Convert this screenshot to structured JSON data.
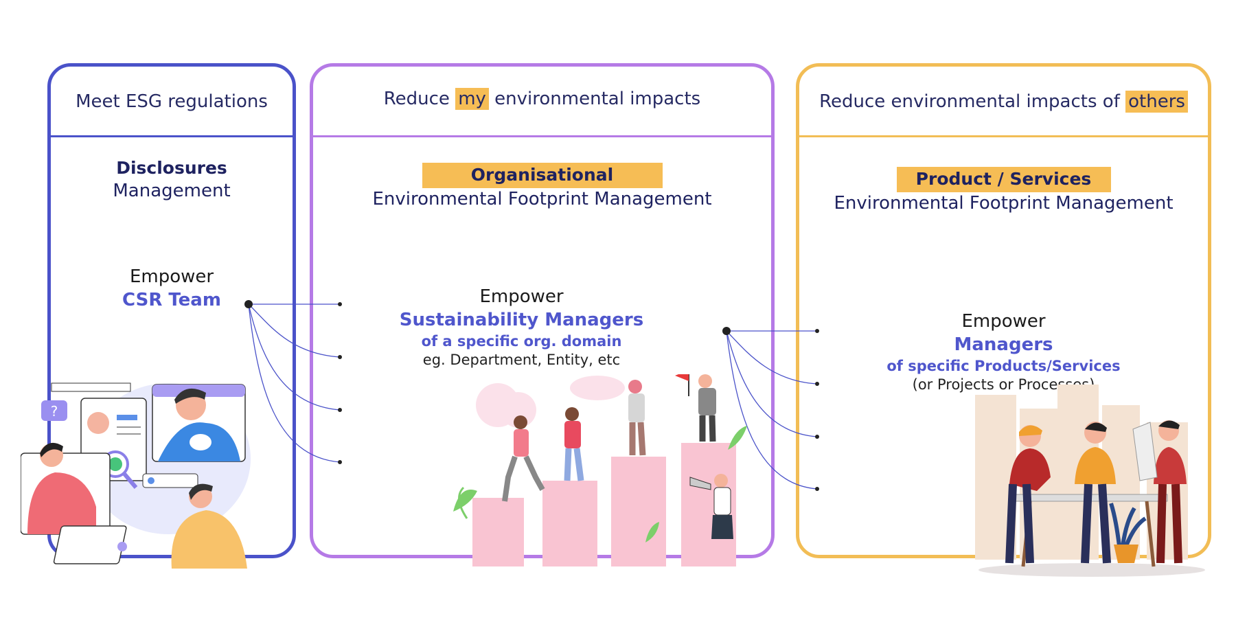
{
  "panels": [
    {
      "goal": "Meet ESG regulations",
      "heading_bold": "Disclosures",
      "heading_sub": "Management",
      "empower": "Empower",
      "audience": "CSR Team",
      "color": "#4a52c9"
    },
    {
      "goal_pre": "Reduce ",
      "goal_hl": "my",
      "goal_post": " environmental impacts",
      "heading_bold": "Organisational",
      "heading_sub": "Environmental Footprint Management",
      "empower": "Empower",
      "audience": "Sustainability Managers",
      "audience_detail": "of a specific org. domain",
      "example": "eg.  Department, Entity, etc",
      "color": "#b57ae6"
    },
    {
      "goal_pre": "Reduce environmental impacts of ",
      "goal_hl": "others",
      "heading_bold": "Product / Services",
      "heading_sub": "Environmental Footprint Management",
      "empower": "Empower",
      "audience": "Managers",
      "audience_detail": "of specific Products/Services",
      "example": "(or Projects or Processes)",
      "color": "#f2bd55"
    }
  ],
  "colors": {
    "highlight": "#f6bd55",
    "accent_text": "#4f56cc",
    "connector": "#4a52c9"
  },
  "icons": [
    "question-mark-icon",
    "checkmark-badge-icon",
    "magnifier-icon",
    "flag-icon",
    "megaphone-icon"
  ]
}
